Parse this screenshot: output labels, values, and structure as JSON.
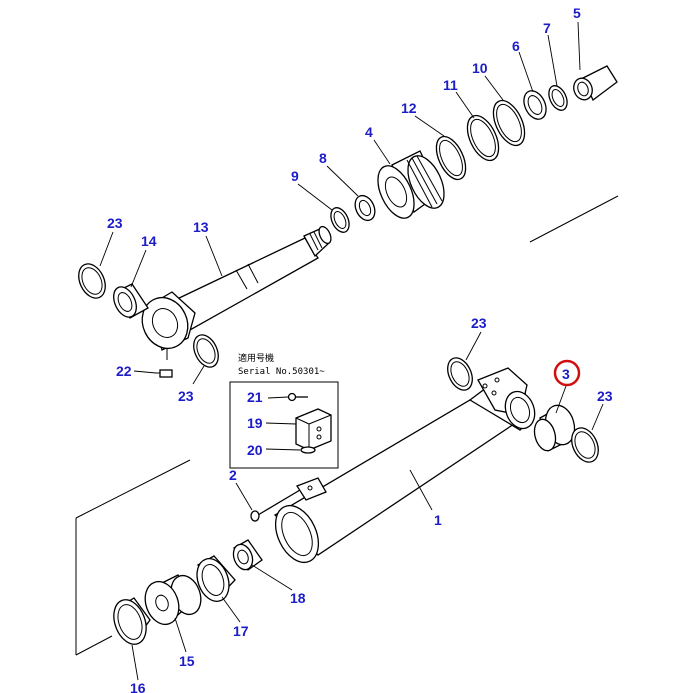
{
  "inset": {
    "applicable_label": "適用号機",
    "serial_label": "Serial No.50301~"
  },
  "callouts": {
    "c1": "1",
    "c2": "2",
    "c3": "3",
    "c4": "4",
    "c5": "5",
    "c6": "6",
    "c7": "7",
    "c8": "8",
    "c9": "9",
    "c10": "10",
    "c11": "11",
    "c12": "12",
    "c13": "13",
    "c14": "14",
    "c15": "15",
    "c16": "16",
    "c17": "17",
    "c18": "18",
    "c19": "19",
    "c20": "20",
    "c21": "21",
    "c22": "22",
    "c23": "23"
  },
  "colors": {
    "callout_text": "#1c1cc8",
    "highlight_circle": "#d01010",
    "line_art": "#000000",
    "background": "#ffffff"
  },
  "highlighted_part": "3"
}
